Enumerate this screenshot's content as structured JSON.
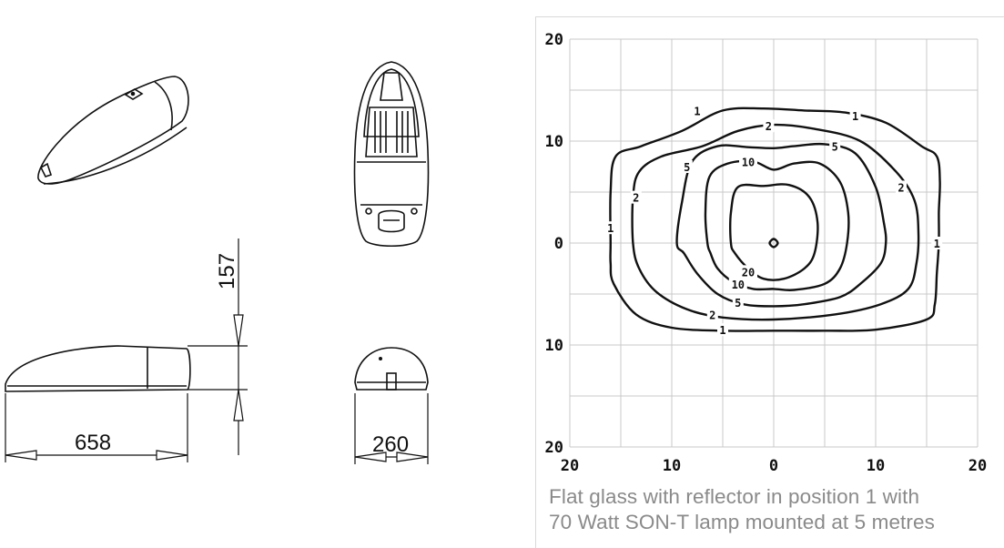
{
  "drawings": {
    "length_dim": "658",
    "height_dim": "157",
    "width_dim": "260"
  },
  "chart_data": {
    "type": "contour",
    "caption_line1": "Flat glass with reflector in position 1 with",
    "caption_line2": "70 Watt SON-T lamp mounted at 5 metres",
    "x_ticks": [
      "20",
      "10",
      "0",
      "10",
      "20"
    ],
    "y_ticks": [
      "20",
      "10",
      "0",
      "10",
      "20"
    ],
    "xlim": [
      -20,
      20
    ],
    "ylim": [
      -20,
      20
    ],
    "grid": true,
    "contours": [
      {
        "level": "1",
        "points": [
          [
            -16,
            0
          ],
          [
            -16,
            5
          ],
          [
            -15.5,
            8.5
          ],
          [
            -13,
            9.5
          ],
          [
            -9,
            11
          ],
          [
            -5,
            13
          ],
          [
            -1,
            13.2
          ],
          [
            3,
            13
          ],
          [
            7,
            12.8
          ],
          [
            11,
            11.8
          ],
          [
            14.5,
            9.5
          ],
          [
            16,
            8.5
          ],
          [
            16.3,
            6
          ],
          [
            16.2,
            3
          ],
          [
            16.2,
            0
          ],
          [
            16,
            -3
          ],
          [
            15.8,
            -6
          ],
          [
            15,
            -7.5
          ],
          [
            10,
            -8.5
          ],
          [
            5,
            -8.6
          ],
          [
            0,
            -8.6
          ],
          [
            -5,
            -8.6
          ],
          [
            -10,
            -8.3
          ],
          [
            -13.5,
            -7
          ],
          [
            -15.7,
            -4
          ],
          [
            -16,
            -2
          ]
        ],
        "label_positions": [
          [
            -16,
            1.5
          ],
          [
            -7.5,
            13
          ],
          [
            8,
            12.5
          ],
          [
            16,
            0
          ],
          [
            -5,
            -8.5
          ]
        ]
      },
      {
        "level": "2",
        "points": [
          [
            -13.8,
            0
          ],
          [
            -13.8,
            4.5
          ],
          [
            -13.2,
            7
          ],
          [
            -11,
            8.5
          ],
          [
            -7,
            9.5
          ],
          [
            -3.5,
            11
          ],
          [
            0,
            11.6
          ],
          [
            4,
            11.2
          ],
          [
            8.5,
            10
          ],
          [
            12,
            7
          ],
          [
            13.8,
            4.2
          ],
          [
            14.2,
            1
          ],
          [
            14,
            -2
          ],
          [
            13.2,
            -4.5
          ],
          [
            10.5,
            -6
          ],
          [
            6,
            -7
          ],
          [
            0,
            -7.5
          ],
          [
            -5,
            -7.3
          ],
          [
            -8.5,
            -6.5
          ],
          [
            -11.5,
            -4.8
          ],
          [
            -13.2,
            -2.5
          ]
        ],
        "label_positions": [
          [
            -13.5,
            4.5
          ],
          [
            -0.5,
            11.5
          ],
          [
            12.5,
            5.5
          ],
          [
            -6,
            -7
          ]
        ]
      },
      {
        "level": "5",
        "points": [
          [
            -9.5,
            0
          ],
          [
            -9,
            4
          ],
          [
            -8,
            8
          ],
          [
            -5.5,
            9.5
          ],
          [
            -2.5,
            9.4
          ],
          [
            0,
            9.3
          ],
          [
            2,
            9.5
          ],
          [
            5,
            9.7
          ],
          [
            8,
            8.8
          ],
          [
            10,
            5.5
          ],
          [
            10.8,
            2
          ],
          [
            11,
            0
          ],
          [
            10.5,
            -2
          ],
          [
            8.5,
            -4
          ],
          [
            6.5,
            -5.3
          ],
          [
            3,
            -6
          ],
          [
            0,
            -6.2
          ],
          [
            -3,
            -6
          ],
          [
            -5.5,
            -5
          ],
          [
            -7.5,
            -3
          ],
          [
            -8.8,
            -1
          ]
        ],
        "label_positions": [
          [
            -8.5,
            7.5
          ],
          [
            6,
            9.5
          ],
          [
            -3.5,
            -5.8
          ]
        ]
      },
      {
        "level": "10",
        "points": [
          [
            -6.5,
            0
          ],
          [
            -6.7,
            3
          ],
          [
            -6.3,
            6.5
          ],
          [
            -4.5,
            7.8
          ],
          [
            -2,
            8
          ],
          [
            0,
            7.2
          ],
          [
            2,
            7.8
          ],
          [
            4.5,
            7.8
          ],
          [
            6.5,
            6
          ],
          [
            7.3,
            3
          ],
          [
            7.2,
            0
          ],
          [
            6.5,
            -2.5
          ],
          [
            5,
            -4
          ],
          [
            2,
            -4.6
          ],
          [
            0,
            -4.5
          ],
          [
            -2,
            -4.5
          ],
          [
            -4,
            -3.8
          ],
          [
            -5.5,
            -2.5
          ],
          [
            -6.2,
            -1
          ]
        ],
        "label_positions": [
          [
            -2.5,
            8
          ],
          [
            -3.5,
            -4
          ]
        ]
      },
      {
        "level": "20",
        "points": [
          [
            -4.2,
            0
          ],
          [
            -4.2,
            3
          ],
          [
            -3.5,
            5.5
          ],
          [
            -1,
            5.6
          ],
          [
            1.5,
            5.7
          ],
          [
            3.5,
            4.5
          ],
          [
            4.3,
            2
          ],
          [
            4,
            -1
          ],
          [
            3,
            -2.5
          ],
          [
            1,
            -3.5
          ],
          [
            -1,
            -3.5
          ],
          [
            -2.5,
            -2.5
          ],
          [
            -3.8,
            -1
          ]
        ],
        "label_positions": [
          [
            -2.5,
            -2.8
          ]
        ]
      },
      {
        "level": "",
        "points": [
          [
            -0.4,
            0
          ],
          [
            0,
            0.4
          ],
          [
            0.4,
            0
          ],
          [
            0,
            -0.4
          ]
        ],
        "label_positions": []
      }
    ]
  }
}
